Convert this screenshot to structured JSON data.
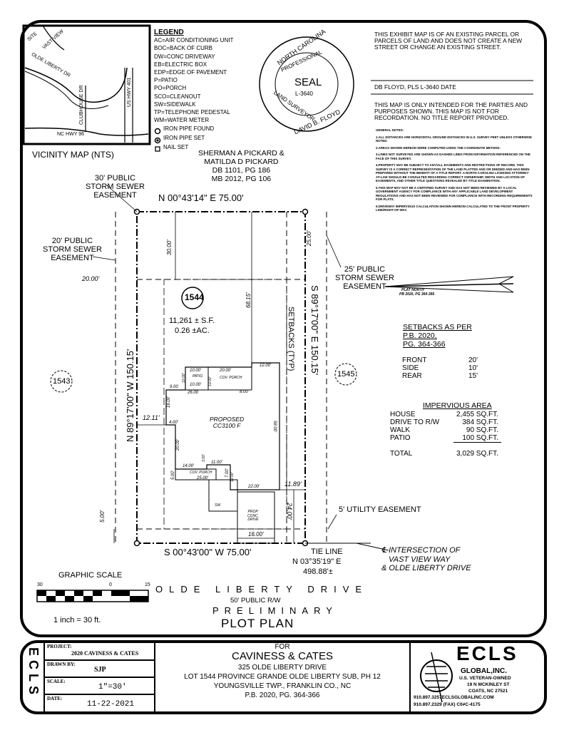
{
  "vicinity_map": {
    "title": "VICINITY MAP (NTS)",
    "site": "SITE",
    "roads": [
      "VAST VIEW",
      "OLDE LIBERTY DR",
      "CLUBHOUSE DR",
      "US HWY 401",
      "NC HWY 96"
    ]
  },
  "legend": {
    "title": "LEGEND",
    "items": [
      "AC=AIR CONDITIONING UNIT",
      "BOC=BACK OF CURB",
      "DW=CONC DRIVEWAY",
      "EB=ELECTRIC BOX",
      "EDP=EDGE OF PAVEMENT",
      "P=PATIO",
      "PO=PORCH",
      "SCO=CLEANOUT",
      "SW=SIDEWALK",
      "TP=TELEPHONE PEDESTAL",
      "WM=WATER METER"
    ],
    "symbols": [
      "IRON PIPE FOUND",
      "IRON PIPE SET",
      "NAIL SET"
    ]
  },
  "seal": {
    "state": "NORTH CAROLINA",
    "title": "PROFESSIONAL",
    "label": "SEAL",
    "license": "L-3640",
    "profession": "LAND SURVEYOR",
    "name": "DAVID B. FLOYD"
  },
  "notes": {
    "exhibit": "THIS EXHIBIT MAP IS OF AN EXISTING PARCEL OR PARCELS OF LAND AND DOES NOT CREATE A NEW STREET OR CHANGE AN EXISTING STREET.",
    "signature_line": "DB FLOYD, PLS L-3640 DATE",
    "intended": "THIS MAP IS ONLY INTENDED FOR THE PARTIES AND PURPOSES SHOWN. THIS MAP IS NOT FOR RECORDATION. NO TITLE REPORT PROVIDED.",
    "general_title": "GENERAL NOTES:",
    "general": [
      "1.ALL DISTANCES ARE HORIZONTAL GROUND DISTANCES IN U.S. SURVEY FEET UNLESS OTHERWISE NOTED.",
      "2.AREAS SHOWN HEREON WERE COMPUTED USING THE COORDINATE METHOD.",
      "3.LINES NOT SURVEYED ARE SHOWN AS DASHED LINES FROM INFORMATION REFERENCED ON THE FACE OF THIS SURVEY.",
      "4.PROPERTY MAY BE SUBJECT TO ANY/ALL EASEMENTS AND RESTRICTIONS OF RECORD. THIS SURVEY IS A CORRECT REPRESENTATION OF THE LAND PLATTED AND OR DEEDED AND HAS BEEN PREPARED WITHOUT THE BENEFIT OF A TITLE REPORT. A NORTH CAROLINA LICENSED ATTORNEY-AT-LAW SHOULD BE CONSULTED REGARDING CORRECT OWNERSHIP, WIDTH AND LOCATION OF EASEMENTS, AND OTHER TITLE QUESTIONS REVEALED BY TITLE EXAMINATION.",
      "5.THIS MAP MAY NOT BE A CERTIFIED SURVEY AND HAS NOT BEEN REVIEWED BY A LOCAL GOVERNMENT AGENCY FOR COMPLIANCE WITH ANY APPLICABLE LAND DEVELOPMENT REGULATIONS AND HAS NOT BEEN REVIEWED FOR COMPLIANCE WITH RECORDING REQUIREMENTS FOR PLATS.",
      "6.DRIVEWAY IMPERVIOUS CALCULATION SHOWN HEREON CALCULATED TO THE FRONT PROPERTY LINE/RIGHT-OF-WAY."
    ],
    "plat_north": "PLAT NORTH",
    "plat_north_ref": "PB 2020, PG 364-366"
  },
  "setbacks": {
    "title_lines": [
      "SETBACKS AS PER",
      "P.B. 2020,",
      "PG. 364-366"
    ],
    "rows": [
      [
        "FRONT",
        "20'"
      ],
      [
        "SIDE",
        "10'"
      ],
      [
        "REAR",
        "15'"
      ]
    ]
  },
  "impervious": {
    "title": "IMPERVIOUS AREA",
    "rows": [
      [
        "HOUSE",
        "2,455 SQ.FT."
      ],
      [
        "DRIVE TO R/W",
        "384 SQ.FT."
      ],
      [
        "WALK",
        "90 SQ.FT."
      ],
      [
        "PATIO",
        "100 SQ.FT."
      ]
    ],
    "total": [
      "TOTAL",
      "3,029 SQ.FT."
    ]
  },
  "plan": {
    "adjoiner": [
      "SHERMAN A PICKARD &",
      "MATILDA D PICKARD",
      "DB 1101, PG 186",
      "MB 2012, PG 106"
    ],
    "top_call": "N 00°43'14\" E 75.00'",
    "left_call": "N 89°17'00\" W 150.15'",
    "right_call": "S 89°17'00\" E 150.15'",
    "bottom_call": "S 00°43'00\" W 75.00'",
    "easement_left_top": [
      "30' PUBLIC",
      "STORM SEWER",
      "EASEMENT"
    ],
    "easement_left": [
      "20' PUBLIC",
      "STORM SEWER",
      "EASEMENT"
    ],
    "easement_right": [
      "25' PUBLIC",
      "STORM SEWER",
      "EASEMENT"
    ],
    "utility_easement": "5' UTILITY EASEMENT",
    "setbacks_typ": "SETBACKS (TYP)",
    "lot": "1544",
    "lot_area_sf": "11,261 ± S.F.",
    "lot_area_ac": "0.26 ±AC.",
    "lot_left": "1543",
    "lot_right": "1545",
    "house_label": [
      "PROPOSED",
      "CC3100 F"
    ],
    "tie_line": "TIE LINE",
    "tie_call": "N 03°35'19\" E",
    "tie_dist": "498.88'±",
    "intersection": [
      "℄ INTERSECTION OF",
      "VAST VIEW WAY",
      "& OLDE LIBERTY DRIVE"
    ],
    "street": "OLDE LIBERTY DRIVE",
    "row": "50' PUBLIC R/W",
    "status": "PRELIMINARY",
    "doc_title": "PLOT PLAN",
    "dims": [
      "30.00'",
      "68.15'",
      "25.00'",
      "20.00'",
      "12.11'",
      "11.89'",
      "24.00'",
      "16.00'",
      "5.00'",
      "58.00'",
      "12.00'",
      "10.00'",
      "PATIO",
      "10.00'",
      "20.00'",
      "COV. PORCH",
      "26.00",
      "9.00",
      "8.00",
      "16.00'",
      "4.00'",
      "20.00'",
      "14.00'",
      "11.00'",
      "COV. PORCH",
      "25.00'",
      "22.00'",
      "5.00'",
      "7.00'",
      "SW",
      "PROP. CONC. DRIVE",
      "3.00'",
      "12.00'",
      "10.00'",
      "10.00'"
    ]
  },
  "graphic_scale": {
    "title": "GRAPHIC SCALE",
    "ticks": [
      "30",
      "0",
      "15"
    ],
    "ratio": "1 inch = 30 ft."
  },
  "title_block": {
    "side_logo": "ECLS",
    "project_label": "PROJECT:",
    "project": "2020 CAVINESS & CATES",
    "drawn_label": "DRAWN BY:",
    "drawn": "SJP",
    "scale_label": "SCALE:",
    "scale": "1\"=30'",
    "date_label": "DATE:",
    "date": "11-22-2021",
    "for": "FOR",
    "client": "CAVINESS & CATES",
    "address": "325 OLDE LIBERTY DRIVE",
    "lot_desc": "LOT 1544 PROVINCE GRANDE OLDE LIBERTY SUB, PH 12",
    "township": "YOUNGSVILLE TWP., FRANKLIN CO., NC",
    "plat_ref": "P.B. 2020, PG. 364-366",
    "company": "ECLS",
    "company2": "GLOBAL,INC.",
    "veteran": "U.S. VETERAN-OWNED",
    "street": "19 N MCKINLEY ST",
    "city": "COATS, NC 27521",
    "phone": "910.897.3257ECLSGLOBALINC.COM",
    "fax": "910.897.2329 (FAX) C0#C-4175"
  }
}
